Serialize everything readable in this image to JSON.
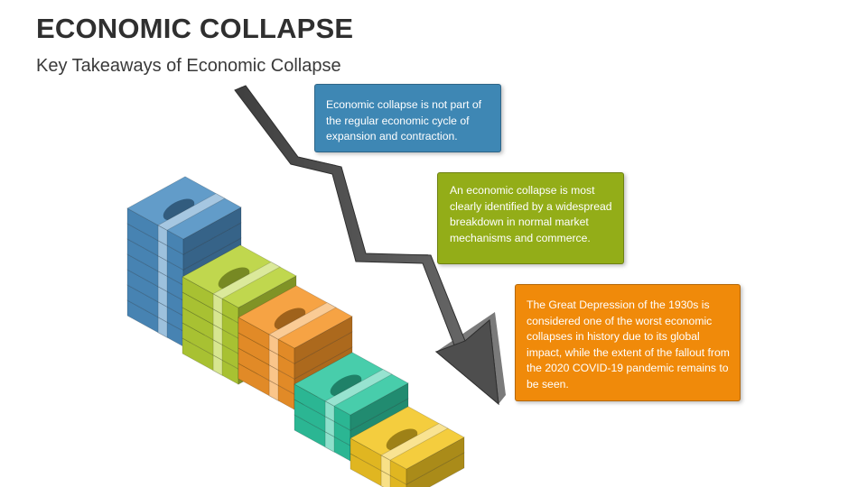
{
  "slide": {
    "title": "ECONOMIC COLLAPSE",
    "subtitle": "Key Takeaways of Economic Collapse"
  },
  "colors": {
    "title_text": "#2f2f2f",
    "arrow": "#5a5a5a",
    "stack_blue": "#4d8ec2",
    "stack_lime": "#b7d236",
    "stack_orange": "#f5962a",
    "stack_teal": "#2fc6a0",
    "stack_yellow": "#f3c624",
    "callout_blue": "#3e87b4",
    "callout_green": "#93ad18",
    "callout_orange": "#f08a0a"
  },
  "money_stacks": [
    {
      "color_name": "blue",
      "bundles": 7
    },
    {
      "color_name": "lime",
      "bundles": 5
    },
    {
      "color_name": "orange",
      "bundles": 4
    },
    {
      "color_name": "teal",
      "bundles": 3
    },
    {
      "color_name": "yellow",
      "bundles": 2
    }
  ],
  "callouts": [
    {
      "text": "Economic collapse is not part of the regular economic cycle of expansion and contraction."
    },
    {
      "text": "An economic collapse is most clearly identified by a widespread breakdown in normal market mechanisms and commerce."
    },
    {
      "text": "The Great Depression of the 1930s is considered one of the worst economic collapses in history due to its global impact, while the extent of the fallout from the 2020 COVID-19 pandemic remains to be seen."
    }
  ]
}
